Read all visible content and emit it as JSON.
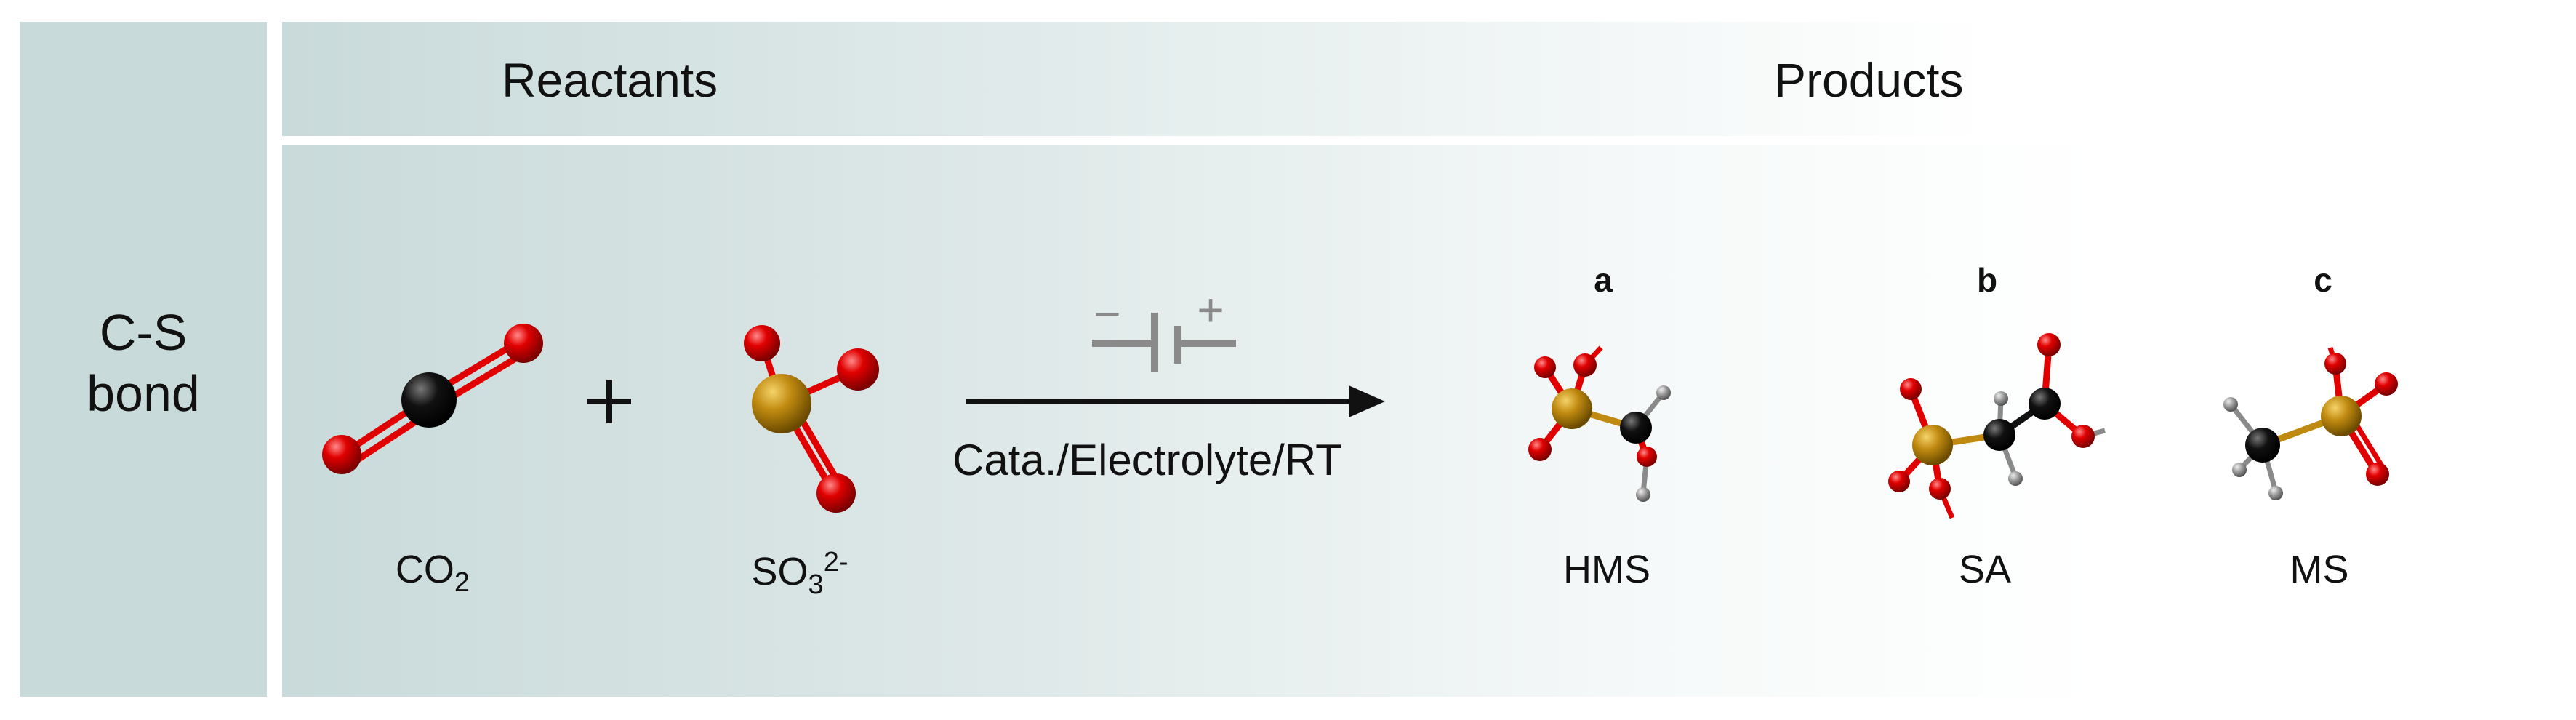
{
  "left_label": {
    "line1": "C-S",
    "line2": "bond"
  },
  "header": {
    "reactants": "Reactants",
    "products": "Products"
  },
  "reactants": {
    "co2": {
      "base": "CO",
      "sub": "2"
    },
    "plus": "+",
    "so3": {
      "base": "SO",
      "sub": "3",
      "sup": "2-"
    }
  },
  "arrow": {
    "condition": "Cata./Electrolyte/RT",
    "minus": "−",
    "plus": "+"
  },
  "products": [
    {
      "letter": "a",
      "name": "HMS"
    },
    {
      "letter": "b",
      "name": "SA"
    },
    {
      "letter": "c",
      "name": "MS"
    }
  ],
  "colors": {
    "panel": "#c9dada",
    "oxygen": "#e10000",
    "carbon": "#111111",
    "sulfur": "#c08a10",
    "hydrogen": "#8a8a8a",
    "battery": "#8a8a8a"
  }
}
